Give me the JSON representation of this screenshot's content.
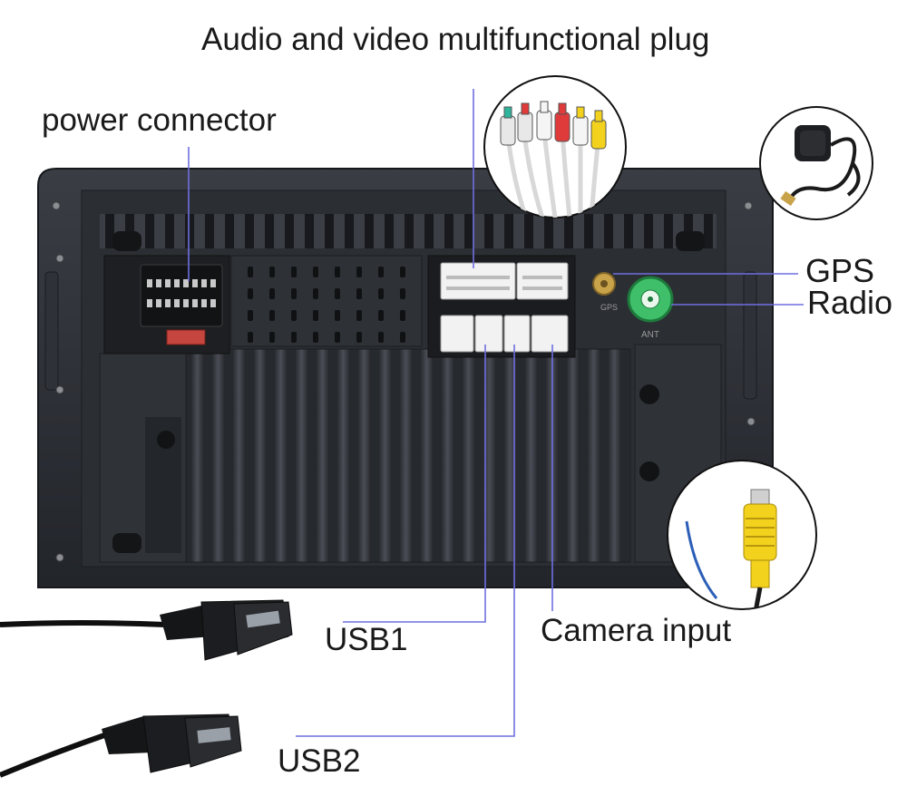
{
  "labels": {
    "av_plug": "Audio and video multifunctional plug",
    "power_connector": "power connector",
    "gps": "GPS",
    "radio": "Radio",
    "usb1": "USB1",
    "usb2": "USB2",
    "camera_input": "Camera input"
  },
  "unit_markings": {
    "gps_port": "GPS",
    "antenna_port": "ANT"
  },
  "colors": {
    "leader_line": "#6f6fe0",
    "housing": "#2c2f35",
    "connector_white": "#f2f2f2",
    "radio_port_green": "#3fbf6a",
    "gps_port_gold": "#c9a34a",
    "camera_rca_yellow": "#f2d21c"
  },
  "icons": [
    "rca-cable-bundle-icon",
    "gps-antenna-icon",
    "usb-cable-icon",
    "camera-rca-cable-icon"
  ]
}
